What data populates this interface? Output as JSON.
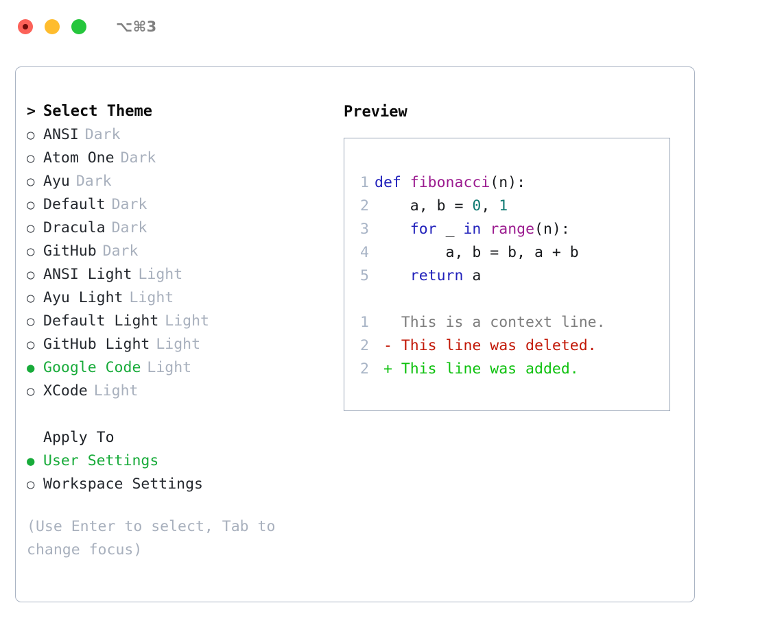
{
  "titlebar": {
    "shortcut": "⌥⌘3",
    "buttons": [
      {
        "name": "close",
        "color": "#fc6259"
      },
      {
        "name": "minimize",
        "color": "#febc2e"
      },
      {
        "name": "maximize",
        "color": "#25c63c"
      }
    ]
  },
  "theme_panel": {
    "title": "Select Theme",
    "prompt_marker": ">",
    "items": [
      {
        "name": "ANSI",
        "variant": "Dark",
        "selected": false,
        "marker": "○"
      },
      {
        "name": "Atom One",
        "variant": "Dark",
        "selected": false,
        "marker": "○"
      },
      {
        "name": "Ayu",
        "variant": "Dark",
        "selected": false,
        "marker": "○"
      },
      {
        "name": "Default",
        "variant": "Dark",
        "selected": false,
        "marker": "○"
      },
      {
        "name": "Dracula",
        "variant": "Dark",
        "selected": false,
        "marker": "○"
      },
      {
        "name": "GitHub",
        "variant": "Dark",
        "selected": false,
        "marker": "○"
      },
      {
        "name": "ANSI Light",
        "variant": "Light",
        "selected": false,
        "marker": "○"
      },
      {
        "name": "Ayu Light",
        "variant": "Light",
        "selected": false,
        "marker": "○"
      },
      {
        "name": "Default Light",
        "variant": "Light",
        "selected": false,
        "marker": "○"
      },
      {
        "name": "GitHub Light",
        "variant": "Light",
        "selected": false,
        "marker": "○"
      },
      {
        "name": "Google Code",
        "variant": "Light",
        "selected": true,
        "marker": "●"
      },
      {
        "name": "XCode",
        "variant": "Light",
        "selected": false,
        "marker": "○"
      }
    ]
  },
  "apply_to": {
    "header": "Apply To",
    "options": [
      {
        "label": "User Settings",
        "selected": true,
        "marker": "●"
      },
      {
        "label": "Workspace Settings",
        "selected": false,
        "marker": "○"
      }
    ]
  },
  "hint": "(Use Enter to select, Tab to change focus)",
  "preview": {
    "heading": "Preview",
    "code_lines": [
      {
        "num": "1",
        "tokens": [
          {
            "t": "def ",
            "c": "kw"
          },
          {
            "t": "fibonacci",
            "c": "fn"
          },
          {
            "t": "(n):",
            "c": "plain"
          }
        ]
      },
      {
        "num": "2",
        "tokens": [
          {
            "t": "    a, b = ",
            "c": "plain"
          },
          {
            "t": "0",
            "c": "num"
          },
          {
            "t": ", ",
            "c": "plain"
          },
          {
            "t": "1",
            "c": "num"
          }
        ]
      },
      {
        "num": "3",
        "tokens": [
          {
            "t": "    ",
            "c": "plain"
          },
          {
            "t": "for",
            "c": "kw"
          },
          {
            "t": " _ ",
            "c": "plain"
          },
          {
            "t": "in",
            "c": "kw"
          },
          {
            "t": " ",
            "c": "plain"
          },
          {
            "t": "range",
            "c": "fn"
          },
          {
            "t": "(n):",
            "c": "plain"
          }
        ]
      },
      {
        "num": "4",
        "tokens": [
          {
            "t": "        a, b = b, a + b",
            "c": "plain"
          }
        ]
      },
      {
        "num": "5",
        "tokens": [
          {
            "t": "    ",
            "c": "plain"
          },
          {
            "t": "return",
            "c": "kw"
          },
          {
            "t": " a",
            "c": "plain"
          }
        ]
      }
    ],
    "diff_lines": [
      {
        "num": "1",
        "sign": " ",
        "text": "This is a context line.",
        "kind": "context"
      },
      {
        "num": "2",
        "sign": "-",
        "text": "This line was deleted.",
        "kind": "del"
      },
      {
        "num": "2",
        "sign": "+",
        "text": "This line was added.",
        "kind": "add"
      }
    ]
  },
  "colors": {
    "accent_green": "#18ab3a",
    "keyword_blue": "#2222bb",
    "function_magenta": "#9b1b8f",
    "number_teal": "#0f7a72",
    "diff_delete_red": "#c21807",
    "diff_add_green": "#0ec10e",
    "muted_grey": "#a8b0bd",
    "panel_border": "#aab4c4"
  }
}
